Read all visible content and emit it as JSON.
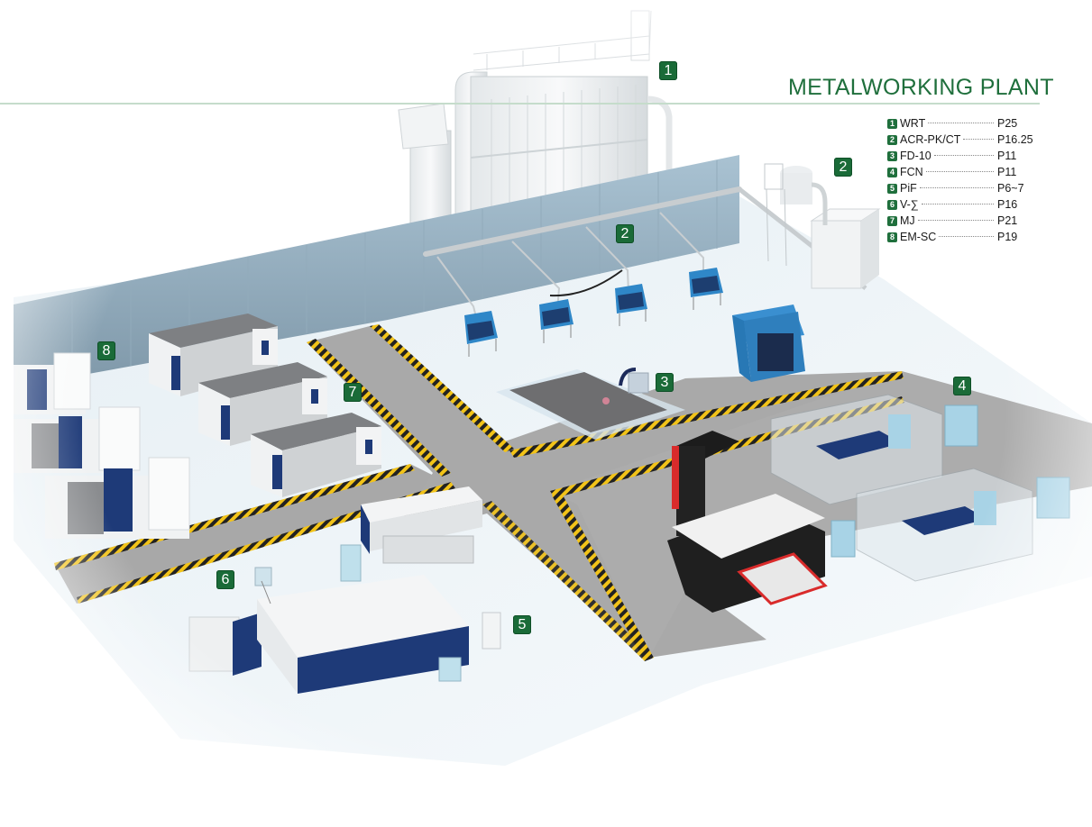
{
  "title": "METALWORKING PLANT",
  "colors": {
    "accent": "#1f6f3c",
    "badge": "#1a6b38",
    "rule": "#c5dccb",
    "wall": "#8fa9ba",
    "floor": "#eef4f7",
    "aisle": "#a9a9a9",
    "hazard_yellow": "#f2c318",
    "machine_blue": "#1e3a78",
    "booth_blue": "#2f87c8",
    "punch_red": "#d92b2b"
  },
  "legend": [
    {
      "num": "1",
      "name": "WRT",
      "page": "P25"
    },
    {
      "num": "2",
      "name": "ACR-PK/CT",
      "page": "P16.25"
    },
    {
      "num": "3",
      "name": "FD-10",
      "page": "P11"
    },
    {
      "num": "4",
      "name": "FCN",
      "page": "P11"
    },
    {
      "num": "5",
      "name": "PiF",
      "page": "P6~7"
    },
    {
      "num": "6",
      "name": "V-∑",
      "page": "P16"
    },
    {
      "num": "7",
      "name": "MJ",
      "page": "P21"
    },
    {
      "num": "8",
      "name": "EM-SC",
      "page": "P19"
    }
  ],
  "badges": [
    {
      "label": "1",
      "target": "dust-collector-tower"
    },
    {
      "label": "2",
      "target": "welding-booth-duct"
    },
    {
      "label": "2",
      "target": "cyclone-collector"
    },
    {
      "label": "3",
      "target": "plasma-cutting-table"
    },
    {
      "label": "4",
      "target": "robot-welding-cells"
    },
    {
      "label": "5",
      "target": "laser-cutter"
    },
    {
      "label": "6",
      "target": "vacuum-cleaner-operator"
    },
    {
      "label": "7",
      "target": "machining-centers"
    },
    {
      "label": "8",
      "target": "cnc-lathes"
    }
  ]
}
